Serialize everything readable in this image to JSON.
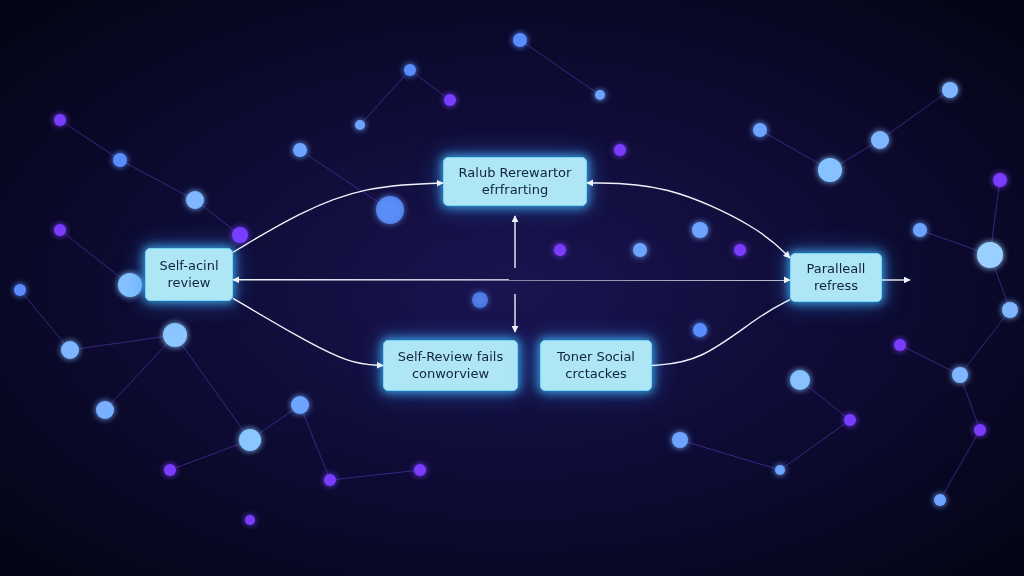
{
  "diagram": {
    "nodes": [
      {
        "text": [
          "Ralub Rerewartor efrfrarting"
        ]
      },
      {
        "text": [
          "Self-acinl review"
        ]
      },
      {
        "text": [
          "Paralleall refress"
        ]
      },
      {
        "text": [
          "Self-Review fails conworview"
        ]
      },
      {
        "text": [
          "Toner Social crctackes"
        ]
      }
    ],
    "edges": [
      {
        "from": 1,
        "to": 0,
        "arrow": "to"
      },
      {
        "from": 0,
        "to": 2,
        "arrow": "both"
      },
      {
        "from": 1,
        "to": 2,
        "arrow": "both"
      },
      {
        "from": 1,
        "to": 3,
        "arrow": "to"
      },
      {
        "from": 4,
        "to": 2,
        "arrow": "none"
      }
    ]
  }
}
